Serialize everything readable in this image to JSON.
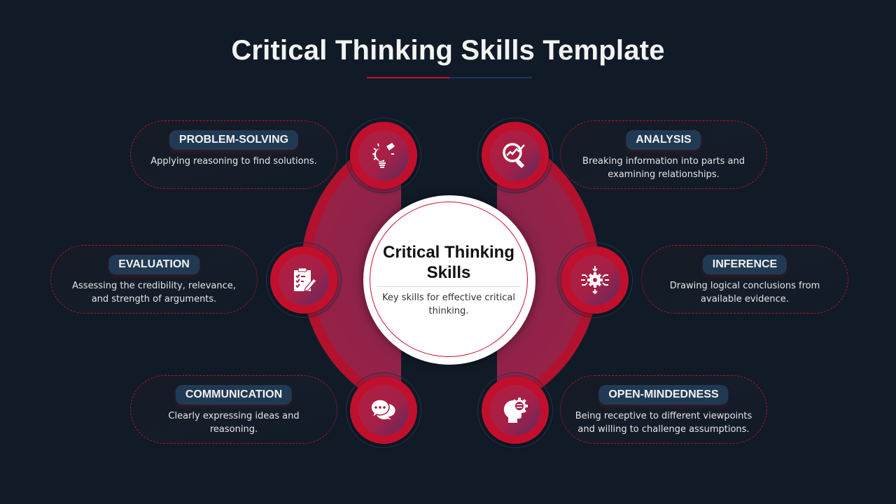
{
  "title": "Critical Thinking Skills Template",
  "colors": {
    "background": "#111b27",
    "accent_red": "#c8102e",
    "accent_navy": "#1f3566",
    "pill_bg": "#213a54",
    "arc_fill": "#952248"
  },
  "center": {
    "title": "Critical Thinking Skills",
    "subtitle": "Key skills for effective critical thinking."
  },
  "skills": [
    {
      "label": "PROBLEM-SOLVING",
      "description": "Applying reasoning to find solutions.",
      "icon": "lightbulb-puzzle-icon",
      "side": "left"
    },
    {
      "label": "EVALUATION",
      "description": "Assessing the credibility, relevance, and strength of arguments.",
      "icon": "clipboard-checklist-icon",
      "side": "left"
    },
    {
      "label": "COMMUNICATION",
      "description": "Clearly expressing ideas and reasoning.",
      "icon": "chat-bubbles-icon",
      "side": "left"
    },
    {
      "label": "ANALYSIS",
      "description": "Breaking information into parts and examining relationships.",
      "icon": "magnifier-chart-icon",
      "side": "right"
    },
    {
      "label": "INFERENCE",
      "description": "Drawing logical conclusions from available evidence.",
      "icon": "gear-arrows-icon",
      "side": "right"
    },
    {
      "label": "OPEN-MINDEDNESS",
      "description": "Being receptive to different viewpoints and willing to challenge assumptions.",
      "icon": "head-gear-icon",
      "side": "right"
    }
  ]
}
